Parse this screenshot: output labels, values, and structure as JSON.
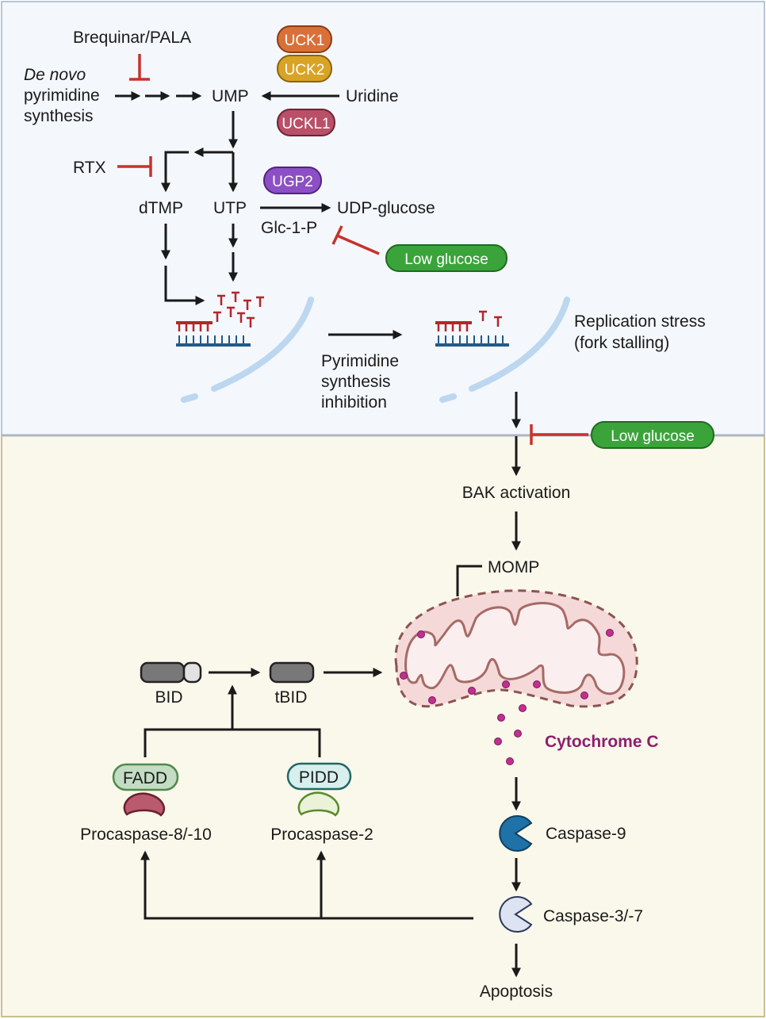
{
  "top": {
    "brequinar": "Brequinar/PALA",
    "denovo_italic": "De novo",
    "denovo_1": "pyrimidine",
    "denovo_2": "synthesis",
    "ump": "UMP",
    "uridine": "Uridine",
    "uck1": "UCK1",
    "uck2": "UCK2",
    "uckl1": "UCKL1",
    "rtx": "RTX",
    "dtmp": "dTMP",
    "utp": "UTP",
    "ugp2": "UGP2",
    "udp_glucose": "UDP-glucose",
    "glc1p": "Glc-1-P",
    "low_glucose": "Low glucose",
    "inhibition_1": "Pyrimidine",
    "inhibition_2": "synthesis",
    "inhibition_3": "inhibition",
    "stress_1": "Replication stress",
    "stress_2": "(fork stalling)"
  },
  "bottom": {
    "low_glucose": "Low glucose",
    "bak": "BAK activation",
    "momp": "MOMP",
    "cytochrome": "Cytochrome C",
    "bid": "BID",
    "tbid": "tBID",
    "fadd": "FADD",
    "pidd": "PIDD",
    "procasp8": "Procaspase-8/-10",
    "procasp2": "Procaspase-2",
    "casp9": "Caspase-9",
    "casp37": "Caspase-3/-7",
    "apoptosis": "Apoptosis"
  },
  "colors": {
    "inhibit": "#c8322c",
    "low_glucose": "#3aa43a",
    "uck1": "#d9703a",
    "uck2": "#d9a325",
    "uckl1": "#b95068",
    "ugp2": "#8d4fc4",
    "cytochrome": "#8e1e6e",
    "caspase9": "#1f72a8"
  }
}
